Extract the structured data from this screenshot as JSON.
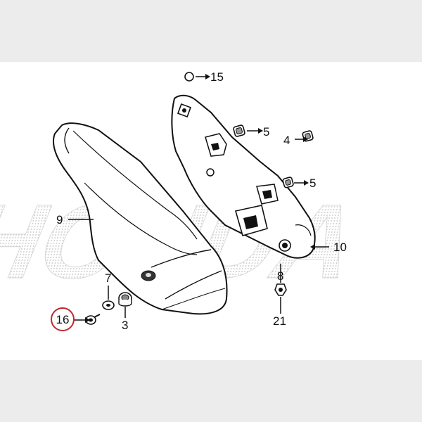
{
  "diagram": {
    "watermark": "HONDA",
    "callouts": [
      {
        "id": "c15",
        "label": "15"
      },
      {
        "id": "c5a",
        "label": "5"
      },
      {
        "id": "c4",
        "label": "4"
      },
      {
        "id": "c5b",
        "label": "5"
      },
      {
        "id": "c9",
        "label": "9"
      },
      {
        "id": "c10",
        "label": "10"
      },
      {
        "id": "c7",
        "label": "7"
      },
      {
        "id": "c8",
        "label": "8"
      },
      {
        "id": "c16",
        "label": "16"
      },
      {
        "id": "c3",
        "label": "3"
      },
      {
        "id": "c21",
        "label": "21"
      }
    ],
    "highlighted_part": "16",
    "highlight_color": "#c0282d"
  }
}
